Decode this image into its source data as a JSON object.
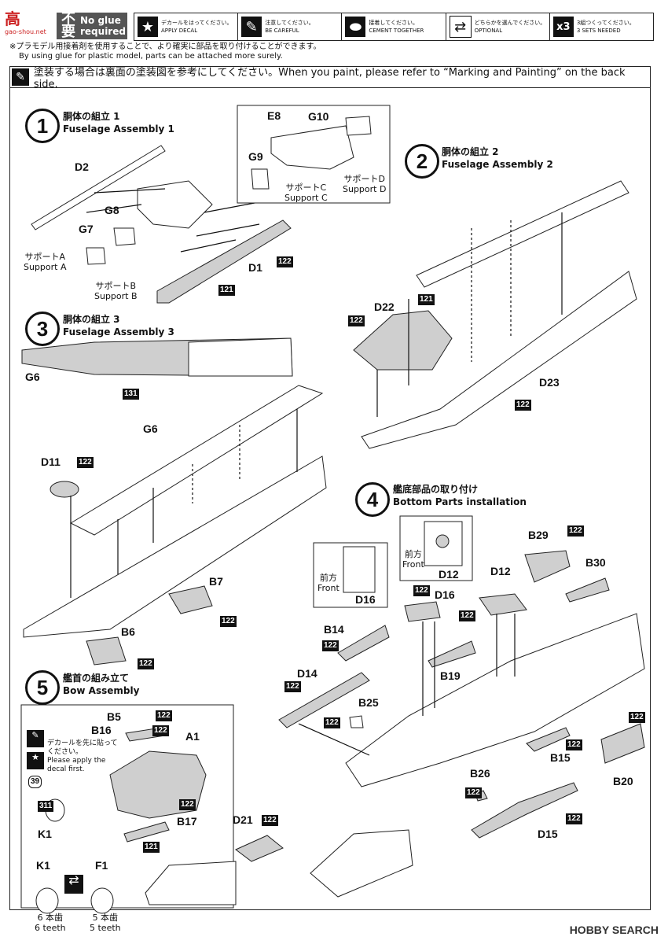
{
  "header": {
    "logo": "高",
    "logo_url": "gao-shou.net",
    "noglue_jp": "不要",
    "noglue_en1": "No glue",
    "noglue_en2": "required",
    "legend": [
      {
        "icon": "star-icon",
        "jp": "デカールをはってください。",
        "en": "APPLY DECAL"
      },
      {
        "icon": "brush-icon",
        "jp": "注意してください。",
        "en": "BE CAREFUL"
      },
      {
        "icon": "cement-icon",
        "jp": "接着してください。",
        "en": "CEMENT TOGETHER"
      },
      {
        "icon": "optional-icon",
        "jp": "どちらかを選んでください。",
        "en": "OPTIONAL"
      },
      {
        "icon": "x3-icon",
        "jp": "3組つくってください。",
        "en": "3 SETS NEEDED"
      }
    ],
    "note_jp": "※プラモデル用接着剤を使用することで、より確実に部品を取り付けることができます。",
    "note_en": "By using glue for plastic model, parts can be attached more surely.",
    "paint_note": "塗装する場合は裏面の塗装図を参考にしてください。When you paint, please refer to “Marking and Painting” on the back side."
  },
  "steps": {
    "s1": {
      "num": "1",
      "jp": "胴体の組立 1",
      "en": "Fuselage Assembly 1"
    },
    "s2": {
      "num": "2",
      "jp": "胴体の組立 2",
      "en": "Fuselage Assembly 2"
    },
    "s3": {
      "num": "3",
      "jp": "胴体の組立 3",
      "en": "Fuselage Assembly 3"
    },
    "s4": {
      "num": "4",
      "jp": "艦底部品の取り付け",
      "en": "Bottom Parts installation"
    },
    "s5": {
      "num": "5",
      "jp": "艦首の組み立て",
      "en": "Bow Assembly"
    }
  },
  "labels": {
    "D2": "D2",
    "G8": "G8",
    "G7": "G7",
    "D1": "D1",
    "E8": "E8",
    "G10": "G10",
    "G9": "G9",
    "supA_jp": "サポートA",
    "supA_en": "Support A",
    "supB_jp": "サポートB",
    "supB_en": "Support B",
    "supC_jp": "サポートC",
    "supC_en": "Support C",
    "supD_jp": "サポートD",
    "supD_en": "Support D",
    "D22": "D22",
    "D23": "D23",
    "G6": "G6",
    "D11": "D11",
    "B7": "B7",
    "B6": "B6",
    "B29": "B29",
    "B30": "B30",
    "D12": "D12",
    "D16": "D16",
    "B14": "B14",
    "B19": "B19",
    "D14": "D14",
    "B25": "B25",
    "B15": "B15",
    "B20": "B20",
    "B26": "B26",
    "D15": "D15",
    "B5": "B5",
    "B16": "B16",
    "A1": "A1",
    "B17": "B17",
    "K1": "K1",
    "F1": "F1",
    "D21": "D21",
    "front_jp": "前方",
    "front_en": "Front",
    "decal_jp": "デカールを先に貼ってください。",
    "decal_en": "Please apply the decal first.",
    "k1_teeth_jp": "6 本歯",
    "k1_teeth_en": "6 teeth",
    "f1_teeth_jp": "5 本歯",
    "f1_teeth_en": "5 teeth"
  },
  "badges": {
    "b122": "122",
    "b121": "121",
    "b131": "131",
    "b311": "311",
    "b39": "39"
  },
  "footer": "HOBBY SEARCH"
}
